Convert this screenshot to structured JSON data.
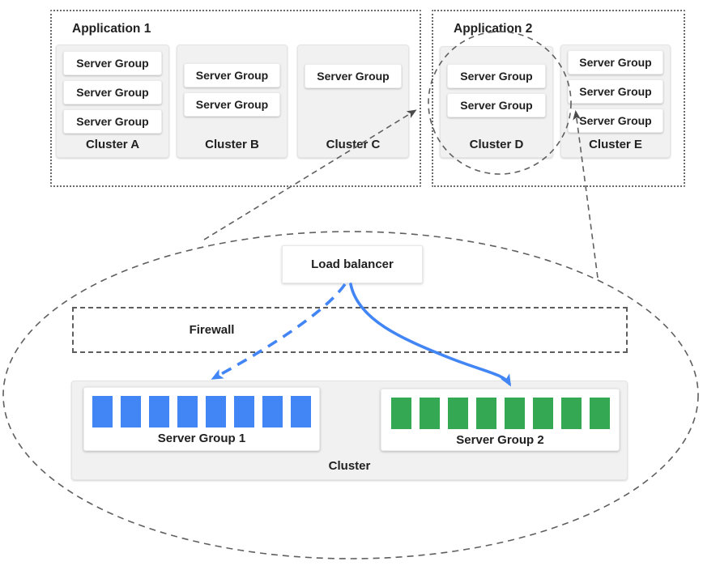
{
  "colors": {
    "accent_blue": "#4285f4",
    "accent_green": "#34a853",
    "dash_gray": "#5d5d5d"
  },
  "applications": [
    {
      "label": "Application 1",
      "clusters": [
        {
          "label": "Cluster A",
          "server_groups": [
            "Server Group",
            "Server Group",
            "Server Group"
          ]
        },
        {
          "label": "Cluster B",
          "server_groups": [
            "Server Group",
            "Server Group"
          ]
        },
        {
          "label": "Cluster C",
          "server_groups": [
            "Server Group"
          ]
        }
      ]
    },
    {
      "label": "Application 2",
      "clusters": [
        {
          "label": "Cluster D",
          "server_groups": [
            "Server Group",
            "Server Group"
          ]
        },
        {
          "label": "Cluster E",
          "server_groups": [
            "Server Group",
            "Server Group",
            "Server Group"
          ]
        }
      ]
    }
  ],
  "detail_view": {
    "load_balancer_label": "Load balancer",
    "firewall_label": "Firewall",
    "cluster_label": "Cluster",
    "server_groups": [
      {
        "label": "Server Group 1",
        "bar_count": 8,
        "bar_color": "#4285f4"
      },
      {
        "label": "Server Group 2",
        "bar_count": 8,
        "bar_color": "#34a853"
      }
    ]
  }
}
